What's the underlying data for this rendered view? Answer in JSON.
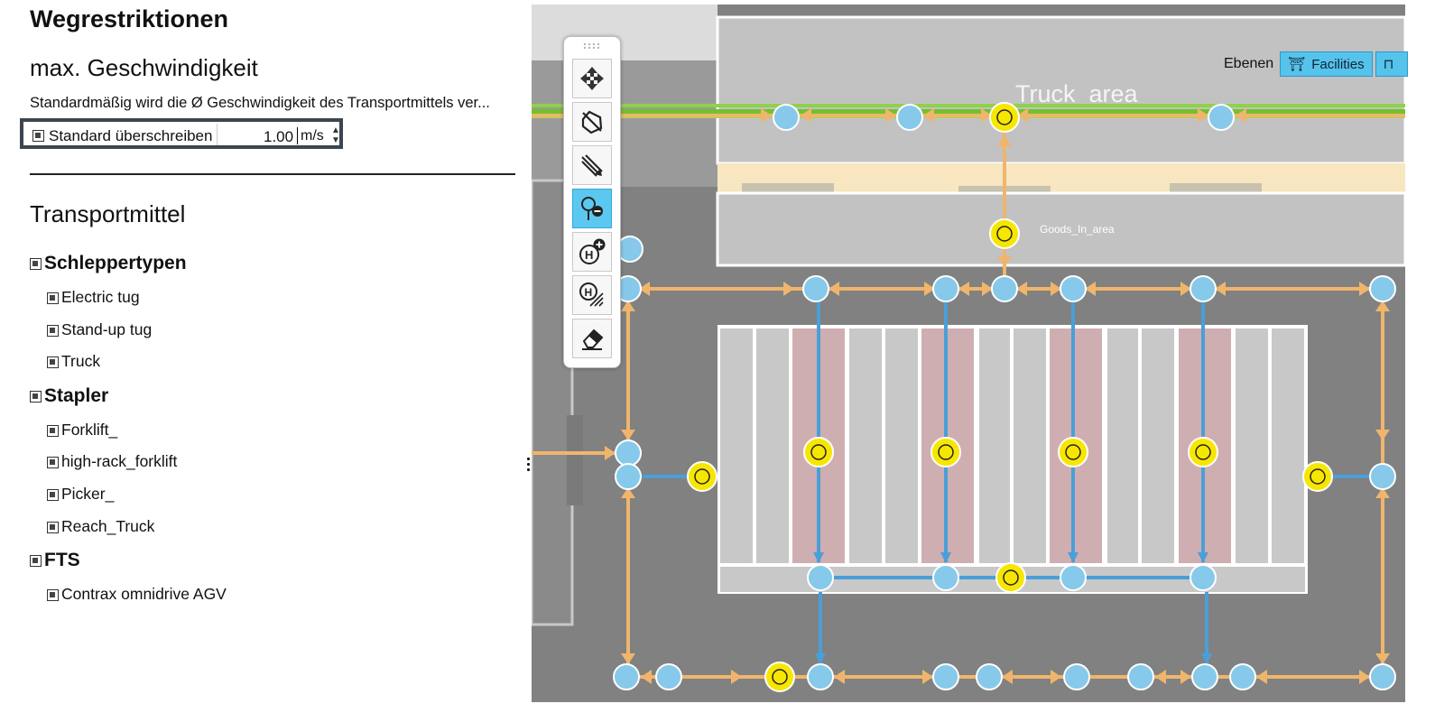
{
  "panel": {
    "title": "Wegrestriktionen",
    "speed_heading": "max. Geschwindigkeit",
    "speed_description": "Standardmäßig wird die Ø Geschwindigkeit des Transportmittels ver...",
    "override_label": "Standard überschreiben",
    "speed_value": "1.00",
    "speed_unit": "m/s",
    "vehicles_heading": "Transportmittel",
    "categories": [
      {
        "label": "Schleppertypen",
        "items": [
          "Electric tug",
          "Stand-up tug",
          "Truck"
        ]
      },
      {
        "label": "Stapler",
        "items": [
          "Forklift_",
          "high-rack_forklift",
          "Picker_",
          "Reach_Truck"
        ]
      },
      {
        "label": "FTS",
        "items": [
          "Contrax omnidrive AGV"
        ]
      }
    ]
  },
  "map": {
    "layers_label": "Ebenen",
    "layers_buttons": [
      "Facilities",
      ""
    ],
    "area_truck": "Truck_area",
    "area_goods_in": "Goods_In_area",
    "tools": [
      "move-tool",
      "select-area-tool",
      "draw-path-tool",
      "remove-point-tool",
      "add-stop-tool",
      "stop-area-tool",
      "eraser-tool"
    ],
    "stop_symbol": "H",
    "colors": {
      "floor": "#818181",
      "path": "#f0b56c",
      "path_blue": "#4a9fd8",
      "node": "#86c9ea",
      "stop": "#f7e600",
      "rail": "#73c22b",
      "rack": "#c8c8c8",
      "rack_red": "#cfaeb2",
      "toolbar_active": "#5bc8f0"
    }
  }
}
